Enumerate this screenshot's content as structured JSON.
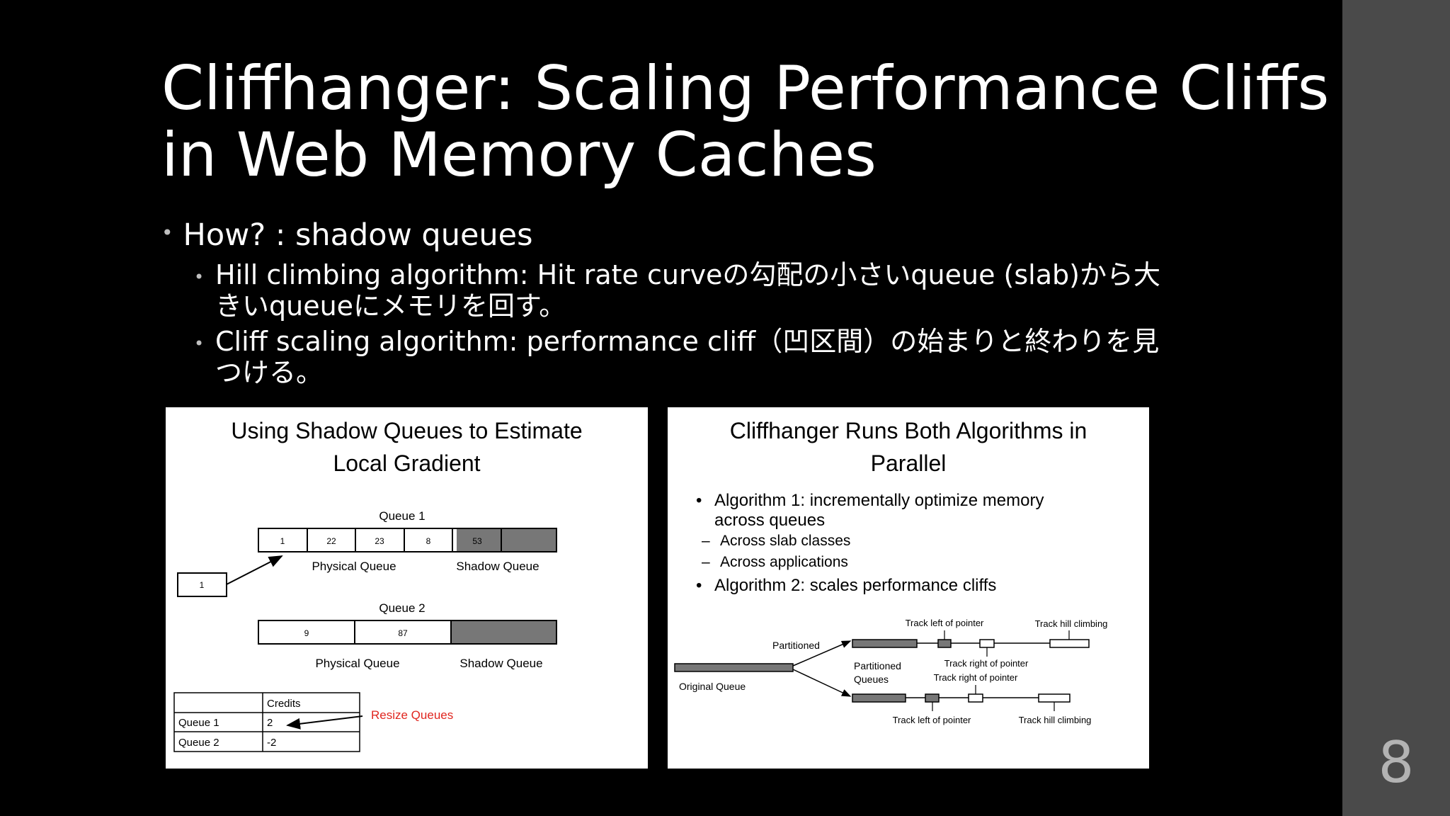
{
  "slide": {
    "title_line1": "Cliffhanger: Scaling Performance Cliffs",
    "title_line2": "in Web Memory Caches",
    "bullet": "How? : shadow queues",
    "sub1_line1": "Hill climbing algorithm: Hit rate curveの勾配の小さいqueue (slab)から大",
    "sub1_line2": "きいqueueにメモリを回す。",
    "sub2_line1": "Cliff scaling algorithm: performance cliff（凹区間）の始まりと終わりを見",
    "sub2_line2": "つける。",
    "page_number": "8"
  },
  "left_figure": {
    "title_line1": "Using Shadow Queues to Estimate",
    "title_line2": "Local Gradient",
    "queue1_label": "Queue 1",
    "queue1_cells": [
      "1",
      "22",
      "23",
      "8",
      "53",
      ""
    ],
    "incoming": "1",
    "queue1_physical": "Physical Queue",
    "queue1_shadow": "Shadow Queue",
    "queue2_label": "Queue 2",
    "queue2_cells": [
      "9",
      "87",
      ""
    ],
    "queue2_physical": "Physical Queue",
    "queue2_shadow": "Shadow Queue",
    "table_header": [
      "",
      "Credits"
    ],
    "table_rows": [
      [
        "Queue 1",
        "2"
      ],
      [
        "Queue 2",
        "-2"
      ]
    ],
    "resize_label": "Resize Queues",
    "resize_color": "#e0261f"
  },
  "right_figure": {
    "title_line1": "Cliffhanger Runs Both Algorithms in",
    "title_line2": "Parallel",
    "item1_line1": "Algorithm 1: incrementally optimize memory",
    "item1_line2": "across queues",
    "item1_sub1": "Across slab classes",
    "item1_sub2": "Across applications",
    "item2": "Algorithm 2: scales performance cliffs",
    "bullet_glyph": "•",
    "dash_glyph": "–",
    "diagram": {
      "track_left_top": "Track left of pointer",
      "track_hill_top": "Track hill climbing",
      "partitioned": "Partitioned",
      "partitioned_queues_1": "Partitioned",
      "partitioned_queues_2": "Queues",
      "track_right_1": "Track right of pointer",
      "track_right_2": "Track right of pointer",
      "original_queue": "Original Queue",
      "track_left_bottom": "Track left of pointer",
      "track_hill_bottom": "Track hill climbing"
    }
  }
}
